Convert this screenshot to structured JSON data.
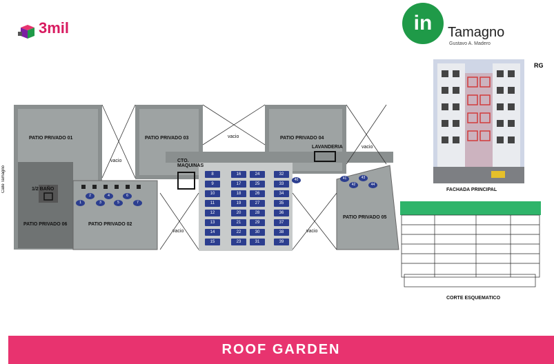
{
  "brand": {
    "logo_text": "3mil",
    "colors": {
      "brand": "#d81b60",
      "accent": "#1f9a48",
      "parking": "#2c3e8f",
      "banner": "#e8336f"
    }
  },
  "project": {
    "badge": "in",
    "name": "Tamagno",
    "location": "Gustavo A. Madero"
  },
  "plan": {
    "street": "Calle Tamagno",
    "rooms": {
      "patio01": "PATIO PRIVADO 01",
      "patio03": "PATIO PRIVADO 03",
      "patio04": "PATIO PRIVADO 04",
      "patio06": "PATIO PRIVADO 06",
      "patio02": "PATIO PRIVADO 02",
      "patio05": "PATIO PRIVADO 05",
      "bano": "1/2 BAÑO",
      "lavanderia": "LAVANDERIA",
      "cto_maquinas": "CTO. MAQUINAS"
    },
    "vacio": "vacio",
    "left_spots": [
      "1",
      "2",
      "3",
      "4",
      "5",
      "6",
      "7"
    ],
    "right_spots": [
      "40",
      "41",
      "42",
      "43",
      "44"
    ],
    "grid": [
      [
        "8",
        "9",
        "10",
        "11",
        "12",
        "13",
        "14",
        "15"
      ],
      [
        "16",
        "17",
        "18",
        "19",
        "20",
        "21",
        "22",
        "23"
      ],
      [
        "24",
        "25",
        "26",
        "27",
        "28",
        "29",
        "30",
        "31"
      ],
      [
        "32",
        "33",
        "34",
        "35",
        "36",
        "37",
        "38",
        "39"
      ]
    ]
  },
  "facade": {
    "tag": "RG",
    "caption": "FACHADA PRINCIPAL"
  },
  "section": {
    "caption": "CORTE ESQUEMATICO"
  },
  "banner": {
    "title": "ROOF GARDEN"
  }
}
